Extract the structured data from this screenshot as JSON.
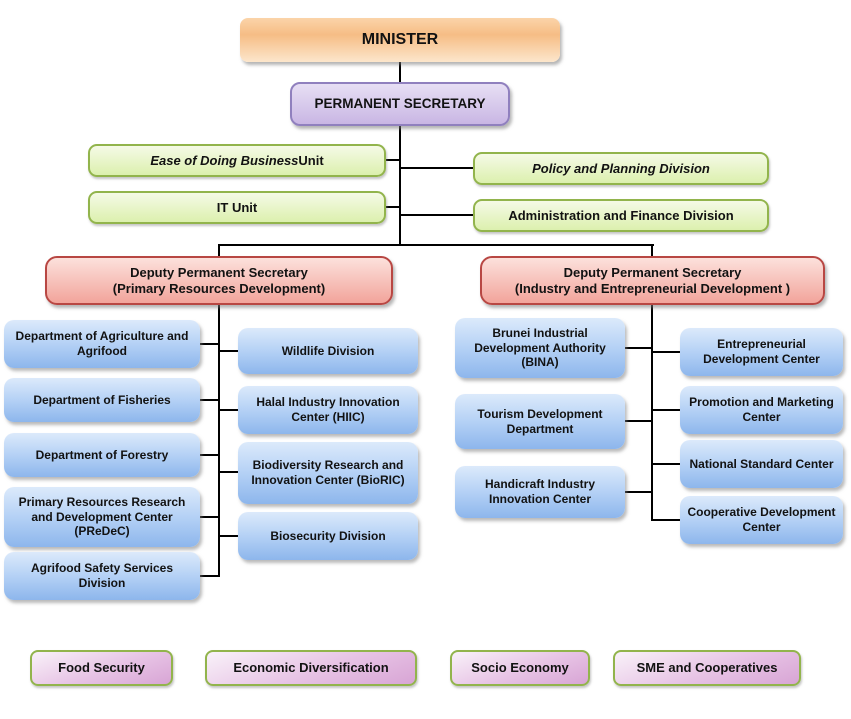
{
  "colors": {
    "minister_fill": "#F6BD85",
    "permanent_secretary_fill": "#C9B6E4",
    "unit_fill": "#DCF0AE",
    "unit_border": "#92B44C",
    "deputy_fill": "#F2A49B",
    "deputy_border": "#B84743",
    "department_fill": "#8DB6EC",
    "footer_fill": "#D8A5D5",
    "connector": "#000000"
  },
  "nodes": {
    "minister": "MINISTER",
    "permanent_secretary": "PERMANENT SECRETARY",
    "edb_italic": "Ease of Doing Business",
    "edb_suffix": " Unit",
    "it_unit": "IT Unit",
    "policy_division": "Policy and Planning Division",
    "admin_division": "Administration and Finance Division",
    "deputy_left": {
      "line1": "Deputy Permanent Secretary",
      "line2": "(Primary Resources Development)"
    },
    "deputy_right": {
      "line1": "Deputy Permanent Secretary",
      "line2": "(Industry and Entrepreneurial Development )"
    },
    "primary_col1": [
      "Department of Agriculture and Agrifood",
      "Department of Fisheries",
      "Department of Forestry",
      "Primary Resources Research and Development Center (PReDeC)",
      "Agrifood Safety Services Division"
    ],
    "primary_col2": [
      "Wildlife Division",
      "Halal Industry Innovation Center (HIIC)",
      "Biodiversity Research and Innovation Center (BioRIC)",
      "Biosecurity Division"
    ],
    "industry_col1": [
      "Brunei Industrial Development Authority (BINA)",
      "Tourism Development Department",
      "Handicraft Industry Innovation Center"
    ],
    "industry_col2": [
      "Entrepreneurial Development Center",
      "Promotion and Marketing Center",
      "National Standard Center",
      "Cooperative Development Center"
    ],
    "footer": [
      "Food Security",
      "Economic Diversification",
      "Socio Economy",
      "SME and Cooperatives"
    ]
  }
}
